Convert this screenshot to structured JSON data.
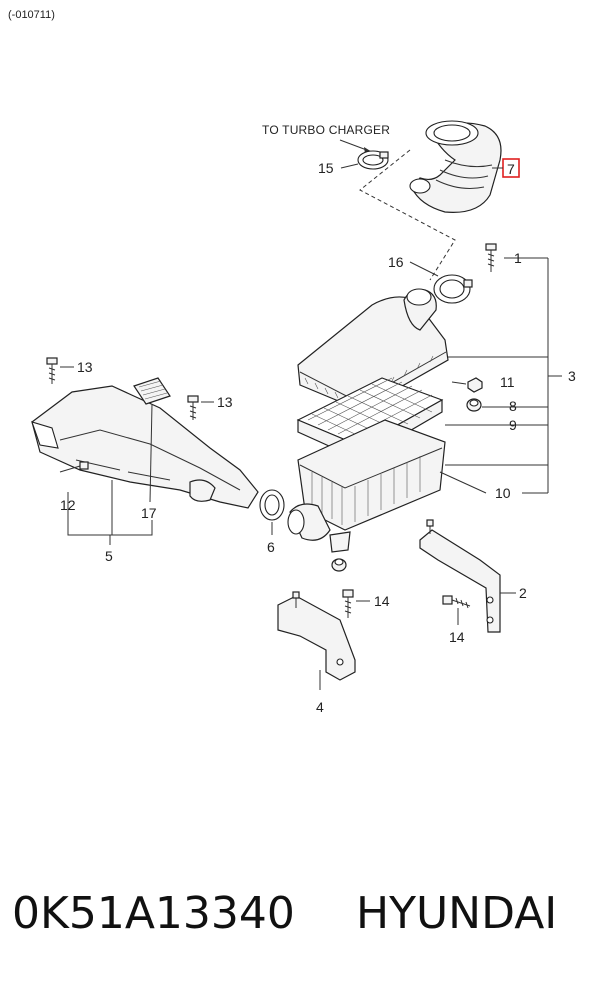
{
  "header": {
    "code": "(-010711)"
  },
  "diagram": {
    "note": "TO TURBO CHARGER",
    "callouts": [
      "1",
      "2",
      "3",
      "4",
      "5",
      "6",
      "7",
      "8",
      "9",
      "10",
      "11",
      "12",
      "13",
      "13",
      "14",
      "14",
      "15",
      "16",
      "17"
    ],
    "highlighted": "7"
  },
  "footer": {
    "part_number": "0K51A13340",
    "brand": "HYUNDAI"
  },
  "colors": {
    "highlight": "#e02020",
    "ink": "#222222"
  }
}
